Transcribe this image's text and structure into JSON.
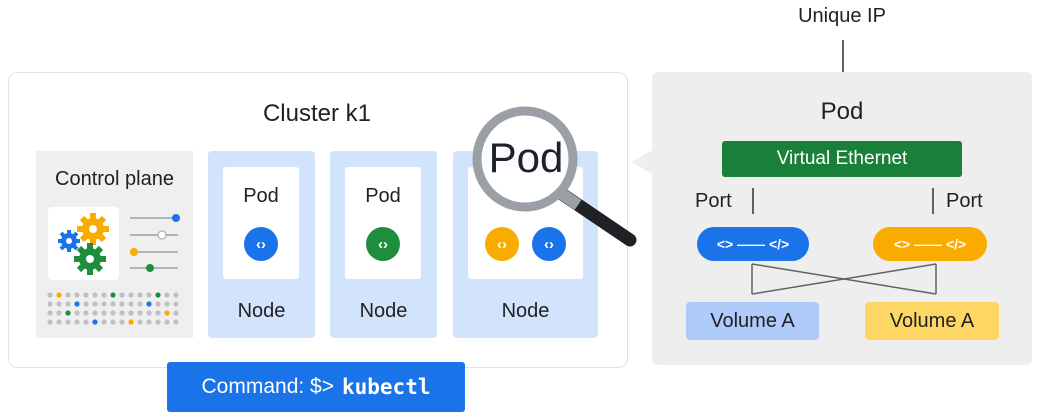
{
  "annotation": {
    "unique_ip": "Unique IP"
  },
  "cluster": {
    "title": "Cluster k1",
    "control_plane": "Control plane",
    "nodes": [
      {
        "label": "Node",
        "pod_label": "Pod",
        "pod_icons": [
          "code-blue"
        ]
      },
      {
        "label": "Node",
        "pod_label": "Pod",
        "pod_icons": [
          "code-green"
        ]
      },
      {
        "label": "Node",
        "pod_icons": [
          "code-orange",
          "code-blue"
        ]
      }
    ]
  },
  "magnifier": {
    "label": "Pod"
  },
  "pod_detail": {
    "title": "Pod",
    "virtual_ethernet": "Virtual Ethernet",
    "port_left": "Port",
    "port_right": "Port",
    "volume_left": "Volume A",
    "volume_right": "Volume A"
  },
  "command": {
    "prefix": "Command: $>",
    "cmd": "kubectl"
  },
  "colors": {
    "blue": "#1a73e8",
    "green": "#188038",
    "orange": "#f9ab00",
    "node_bg": "#d2e3fc",
    "volume_blue": "#aecbfa",
    "volume_yellow": "#fdd663"
  }
}
